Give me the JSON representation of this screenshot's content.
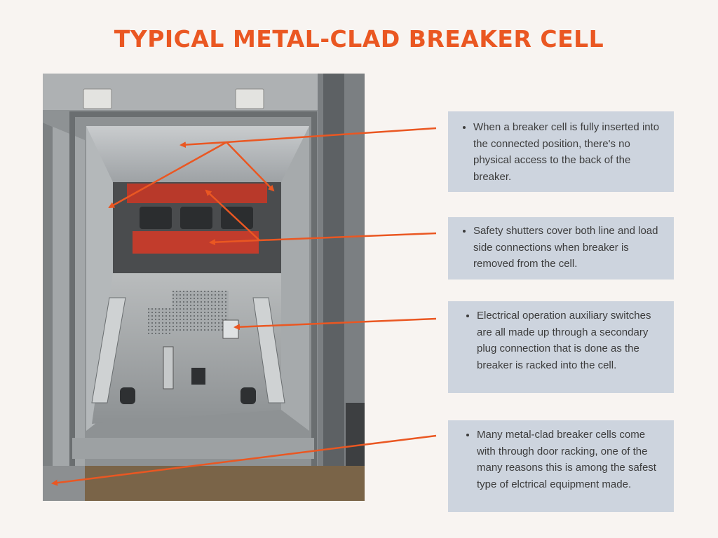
{
  "title": "TYPICAL METAL-CLAD BREAKER CELL",
  "colors": {
    "accent": "#ea5722",
    "callout_bg": "#cdd4de",
    "background": "#f8f4f1",
    "text": "#3c3c3c"
  },
  "photo": {
    "subject": "open metal-clad switchgear breaker cell with red safety shutters and racking rails"
  },
  "callouts": [
    {
      "text": "When a breaker cell is fully inserted into the connected position, there's no physical access to the back of the breaker."
    },
    {
      "text": "Safety shutters cover both line and load side connections when breaker is removed from the cell."
    },
    {
      "text": "Electrical operation auxiliary switches are all made up through a secondary plug connection that is done as the breaker is racked into the cell."
    },
    {
      "text": "Many metal-clad breaker cells come with through door racking, one of the many reasons this is among the safest type of elctrical equipment made."
    }
  ]
}
